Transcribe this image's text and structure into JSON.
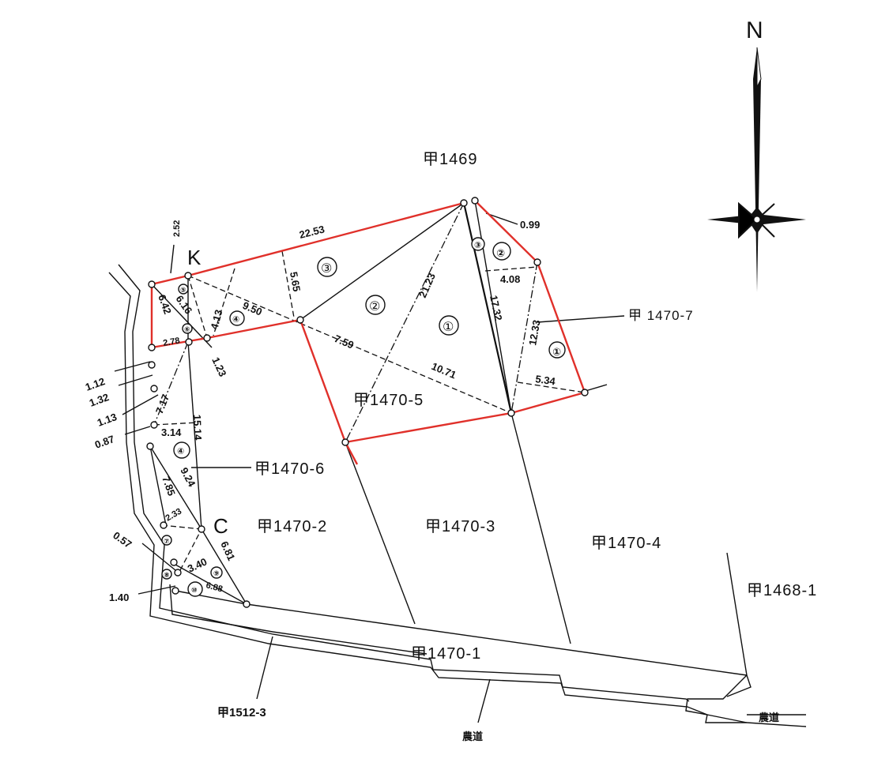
{
  "map": {
    "north_label": "N",
    "corner_labels": {
      "k": "K",
      "c": "C"
    },
    "parcels": {
      "p1469": "甲1469",
      "p1470_7": "甲 1470-7",
      "p1470_5": "甲1470-5",
      "p1470_6": "甲1470-6",
      "p1470_2": "甲1470-2",
      "p1470_3": "甲1470-3",
      "p1470_4": "甲1470-4",
      "p1468_1": "甲1468-1",
      "p1470_1": "甲1470-1",
      "p1512_3": "甲1512-3"
    },
    "roads": {
      "farm_road_1": "農道",
      "farm_road_2": "農道"
    },
    "triangle_numbers": [
      "①",
      "②",
      "③",
      "④",
      "①",
      "②",
      "③",
      "④",
      "⑤",
      "⑥",
      "⑦",
      "⑧",
      "⑨",
      "⑩"
    ],
    "dimensions": {
      "d22_53": "22.53",
      "d0_99": "0.99",
      "d2_52": "2.52",
      "d5_65": "5.65",
      "d21_23": "21.23",
      "d4_08": "4.08",
      "d17_32": "17.32",
      "d12_33": "12.33",
      "d9_50": "9.50",
      "d4_13": "4.13",
      "d7_59": "7.59",
      "d10_71": "10.71",
      "d5_34": "5.34",
      "d6_42": "6.42",
      "d6_16": "6.16",
      "d1_23": "1.23",
      "d1_12": "1.12",
      "d1_32": "1.32",
      "d1_13": "1.13",
      "d0_87": "0.87",
      "d3_14": "3.14",
      "d15_14": "15.14",
      "d9_24": "9.24",
      "d7_85": "7.85",
      "d7_17": "7.17",
      "d0_57": "0.57",
      "d1_40": "1.40",
      "d3_40": "3.40",
      "d6_81": "6.81",
      "d6_88": "6.88",
      "d2_78": "2.78",
      "d2_33": "2.33"
    }
  }
}
